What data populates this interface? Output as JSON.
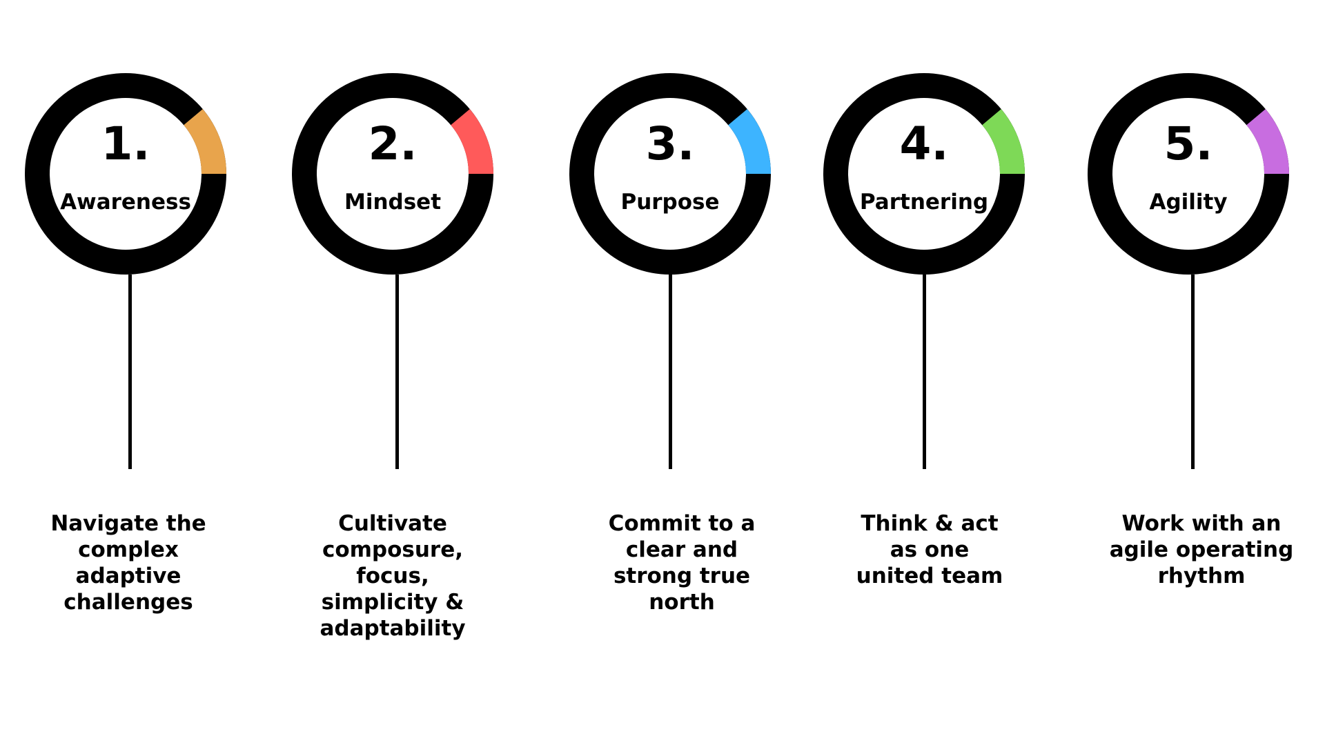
{
  "steps": [
    {
      "number": "1.",
      "name": "Awareness",
      "description_lines": [
        "Navigate the",
        "complex",
        "adaptive",
        "challenges"
      ],
      "accent_color": "#E8A44C"
    },
    {
      "number": "2.",
      "name": "Mindset",
      "description_lines": [
        "Cultivate",
        "composure, focus,",
        "simplicity &",
        "adaptability"
      ],
      "accent_color": "#FF5A5A"
    },
    {
      "number": "3.",
      "name": "Purpose",
      "description_lines": [
        "Commit to a",
        "clear and",
        "strong true",
        "north"
      ],
      "accent_color": "#3DB4FF"
    },
    {
      "number": "4.",
      "name": "Partnering",
      "description_lines": [
        "Think & act",
        "as one",
        "united team"
      ],
      "accent_color": "#7ED957"
    },
    {
      "number": "5.",
      "name": "Agility",
      "description_lines": [
        "Work with an",
        "agile operating",
        "rhythm"
      ],
      "accent_color": "#C86DE0"
    }
  ],
  "ring_color": "#000000"
}
